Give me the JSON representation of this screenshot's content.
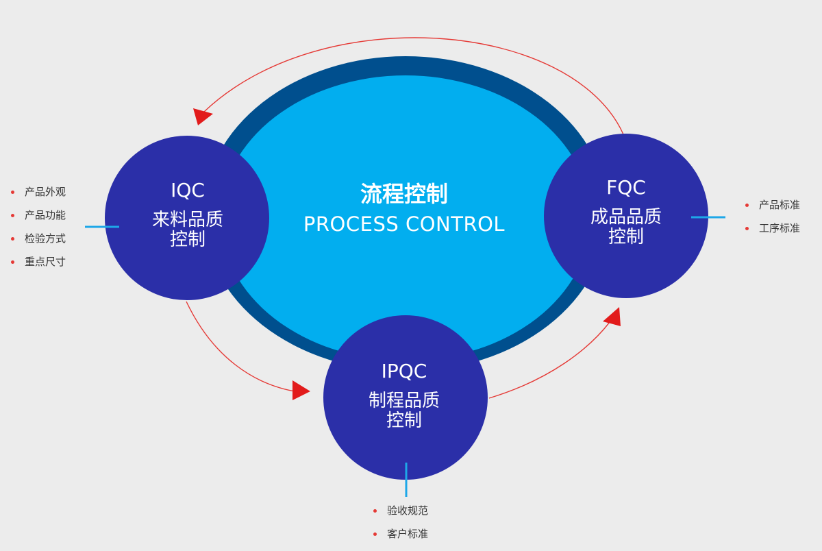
{
  "center": {
    "title_zh": "流程控制",
    "title_en": "PROCESS CONTROL"
  },
  "nodes": {
    "iqc": {
      "code": "IQC",
      "name": "来料品质控制",
      "items": [
        "产品外观",
        "产品功能",
        "检验方式",
        "重点尺寸"
      ]
    },
    "ipqc": {
      "code": "IPQC",
      "name": "制程品质控制",
      "items": [
        "验收规范",
        "客户标准"
      ]
    },
    "fqc": {
      "code": "FQC",
      "name": "成品品质控制",
      "items": [
        "产品标准",
        "工序标准"
      ]
    }
  },
  "colors": {
    "background": "#ececec",
    "ring": "#004f8e",
    "core": "#02aeef",
    "node": "#2b2fa8",
    "connector": "#1ea7e8",
    "arrow": "#e21b1b",
    "bullet": "#e53935"
  }
}
